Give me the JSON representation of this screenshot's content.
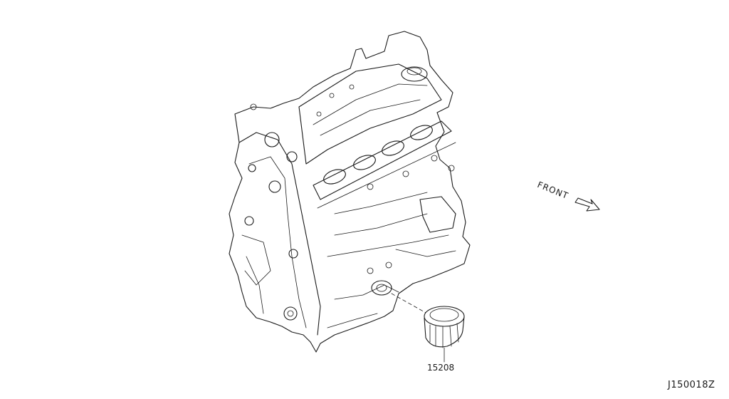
{
  "diagram": {
    "front_label": "FRONT",
    "part_number": "15208",
    "diagram_code": "J150018Z",
    "icons": [
      "engine-assembly-drawing",
      "oil-filter-drawing",
      "front-direction-arrow-icon"
    ]
  }
}
